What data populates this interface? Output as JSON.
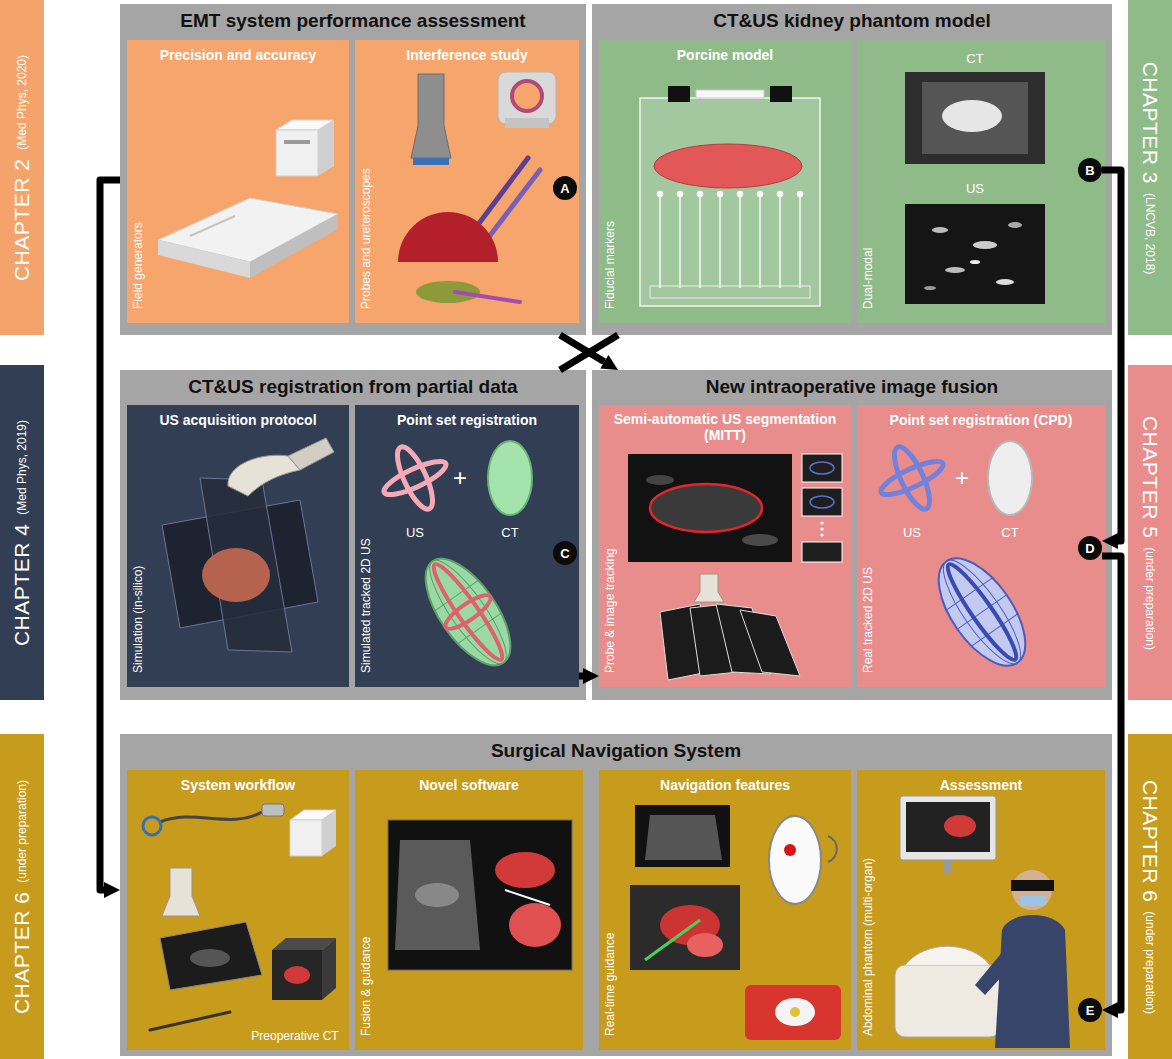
{
  "diagram": {
    "nodes": [
      {
        "text": [
          "CHAPTER 2",
          "(Med Phys, 2020)"
        ]
      },
      {
        "text": [
          "EMT system performance assessment"
        ]
      },
      {
        "text": [
          "Precision and accuracy",
          "Field generators"
        ],
        "in": 1
      },
      {
        "text": [
          "Interference study",
          "Probes and ureteroscopes"
        ],
        "in": 1
      },
      {
        "text": [
          "A"
        ],
        "in": 3
      },
      {
        "text": [
          "CT&US kidney phantom model"
        ]
      },
      {
        "text": [
          "Porcine model",
          "Fiducial markers"
        ],
        "in": 5
      },
      {
        "text": [
          "CT",
          "US",
          "Dual-modal"
        ],
        "in": 5
      },
      {
        "text": [
          "B"
        ],
        "in": 7
      },
      {
        "text": [
          "CHAPTER 3",
          "(LNCVB, 2018)"
        ]
      },
      {
        "text": [
          "CHAPTER 4",
          "(Med Phys, 2019)"
        ]
      },
      {
        "text": [
          "CT&US registration from partial data"
        ]
      },
      {
        "text": [
          "US acquisition protocol",
          "Simulation (in-silico)"
        ],
        "in": 11
      },
      {
        "text": [
          "Point set registration",
          "US",
          "+",
          "CT",
          "Simulated tracked 2D US"
        ],
        "in": 11
      },
      {
        "text": [
          "C"
        ],
        "in": 13
      },
      {
        "text": [
          "New intraoperative image fusion"
        ]
      },
      {
        "text": [
          "Semi-automatic US segmentation (MITT)",
          "Probe & image tracking"
        ],
        "in": 15
      },
      {
        "text": [
          "Point set registration (CPD)",
          "US",
          "+",
          "CT",
          "Real tracked 2D US"
        ],
        "in": 15
      },
      {
        "text": [
          "D"
        ],
        "in": 17
      },
      {
        "text": [
          "CHAPTER 5",
          "(under preparation)"
        ]
      },
      {
        "text": [
          "CHAPTER 6",
          "(under preparation)"
        ]
      },
      {
        "text": [
          "Surgical Navigation System"
        ]
      },
      {
        "text": [
          "System workflow",
          "Preoperative CT"
        ],
        "in": 21
      },
      {
        "text": [
          "Novel software",
          "Fusion & guidance"
        ],
        "in": 21
      },
      {
        "text": [
          "Navigation features",
          "Real-time guidance"
        ],
        "in": 21
      },
      {
        "text": [
          "Assessment",
          "Abdominal phantom (multi-organ)"
        ],
        "in": 21
      },
      {
        "text": [
          "E"
        ],
        "in": 25
      },
      {
        "text": [
          "CHAPTER 6",
          "(under preparation)"
        ]
      }
    ],
    "edges": [
      {
        "from": 1,
        "to": 21,
        "arrow": "to"
      },
      {
        "from": 1,
        "to": 15,
        "arrow": "to"
      },
      {
        "from": 5,
        "to": 11,
        "arrow": "none"
      },
      {
        "from": 13,
        "to": 16,
        "arrow": "to"
      },
      {
        "from": 8,
        "to": 18,
        "arrow": "to"
      },
      {
        "from": 18,
        "to": 26,
        "arrow": "to"
      }
    ]
  }
}
